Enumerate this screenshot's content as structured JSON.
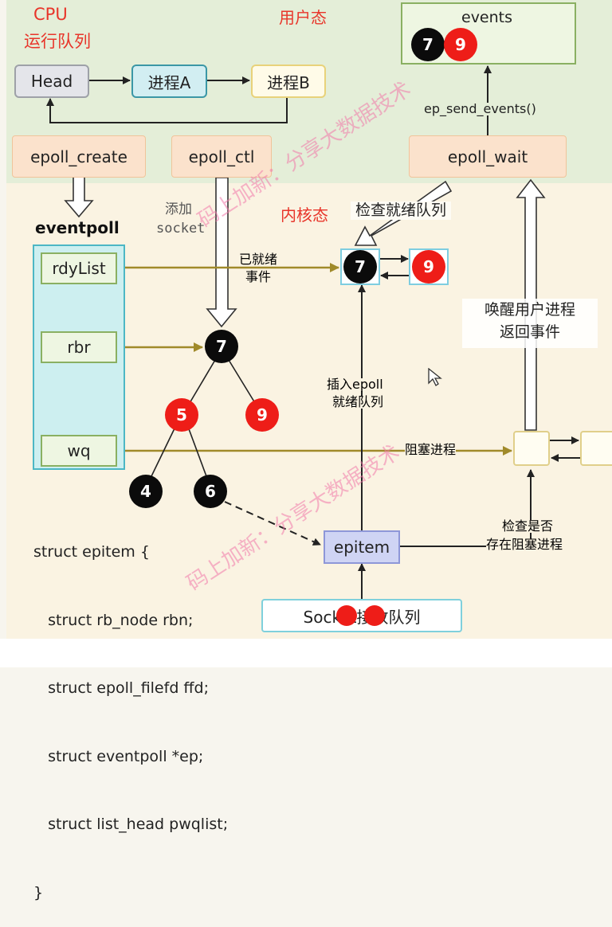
{
  "zones": {
    "user_space": "用户态",
    "kernel_space": "内核态"
  },
  "cpu_queue": {
    "title_line1": "CPU",
    "title_line2": "运行队列",
    "head": "Head",
    "process_a": "进程A",
    "process_b": "进程B"
  },
  "syscalls": {
    "epoll_create": "epoll_create",
    "epoll_ctl": "epoll_ctl",
    "epoll_wait": "epoll_wait"
  },
  "events_box": {
    "title": "events",
    "items": [
      "7",
      "9"
    ]
  },
  "ep_send_events": "ep_send_events()",
  "eventpoll": {
    "title": "eventpoll",
    "fields": [
      "rdyList",
      "rbr",
      "wq"
    ]
  },
  "labels": {
    "add_socket_line1": "添加",
    "add_socket_line2": "socket",
    "check_ready_queue": "检查就绪队列",
    "ready_event_line1": "已就绪",
    "ready_event_line2": "事件",
    "wake_line1": "唤醒用户进程",
    "wake_line2": "返回事件",
    "insert_line1": "插入epoll",
    "insert_line2": "就绪队列",
    "block_process": "阻塞进程",
    "check_block_line1": "检查是否",
    "check_block_line2": "存在阻塞进程"
  },
  "ready_list": [
    "7",
    "9"
  ],
  "rb_tree": {
    "root": "7",
    "left": "5",
    "right": "9",
    "left_left": "4",
    "left_right": "6"
  },
  "epitem": "epitem",
  "socket_queue": "Socket接收队列",
  "code": [
    "struct epitem {",
    "   struct rb_node rbn;",
    "   struct epoll_filefd ffd;",
    "   struct eventpoll *ep;",
    "   struct list_head pwqlist;",
    "}"
  ],
  "watermark": [
    "码上加新：分享大数据技术",
    "码上加新：分享大数据技术"
  ],
  "colors": {
    "node_black": "#0b0b0b",
    "node_red": "#ee1d18",
    "title_red": "#e8352a",
    "arrow_gold": "#a08a2a"
  }
}
